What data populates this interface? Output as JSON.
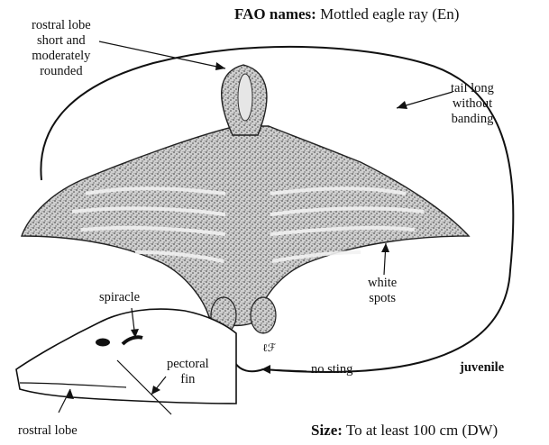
{
  "header": {
    "fao_label": "FAO names:",
    "fao_value": "Mottled eagle ray (En)"
  },
  "footer": {
    "size_label": "Size:",
    "size_value": "To at least 100 cm (DW)"
  },
  "labels": {
    "rostral_lobe_top": [
      "rostral lobe",
      "short and",
      "moderately",
      "rounded"
    ],
    "tail": [
      "tail long",
      "without",
      "banding"
    ],
    "spiracle": "spiracle",
    "white_spots": [
      "white",
      "spots"
    ],
    "pectoral_fin": [
      "pectoral",
      "fin"
    ],
    "no_sting": "no sting",
    "juvenile": "juvenile",
    "rostral_lobe_bottom": "rostral lobe"
  }
}
